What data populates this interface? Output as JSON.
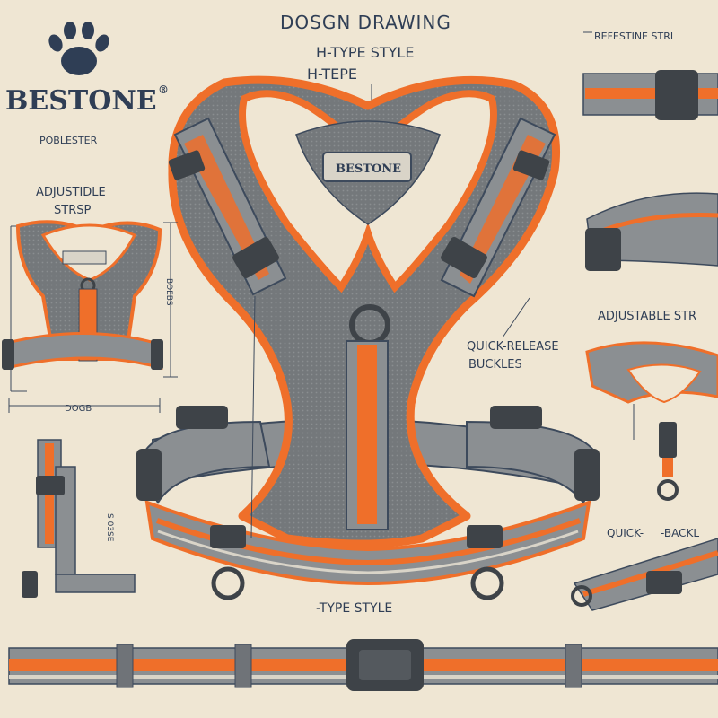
{
  "colors": {
    "paper": "#efe6d3",
    "accent": "#ef6f2a",
    "ink": "#2f3e55",
    "grey": "#6f7378",
    "light_grey": "#a6a9a8",
    "buckle": "#3e4348"
  },
  "icons": [
    "paw-icon"
  ],
  "brand": {
    "logo_text": "BESTONE",
    "registered_mark": "®",
    "material": "POBLESTER"
  },
  "header": {
    "title": "DOSGN DRAWING",
    "subtitle_1": "H-TYPE STYLE",
    "subtitle_2": "H-TEPE"
  },
  "harness": {
    "badge_text": "BESTONE"
  },
  "labels": {
    "adjustable_left_1": "ADJUSTIDLE",
    "adjustable_left_2": "STRSP",
    "dim_vertical": "BOEBS",
    "dim_horizontal": "DOGB",
    "reflective": "REFESTINE STRI",
    "adjustable_right": "ADJUSTABLE STR",
    "quick_release_1": "QUICK-RELEASE",
    "quick_release_2": "BUCKLES",
    "quick_buckle": "QUICK-",
    "quick_buckle_2": "-BACKL",
    "type_style": "-TYPE STYLE",
    "side_note": "S 03SE"
  }
}
